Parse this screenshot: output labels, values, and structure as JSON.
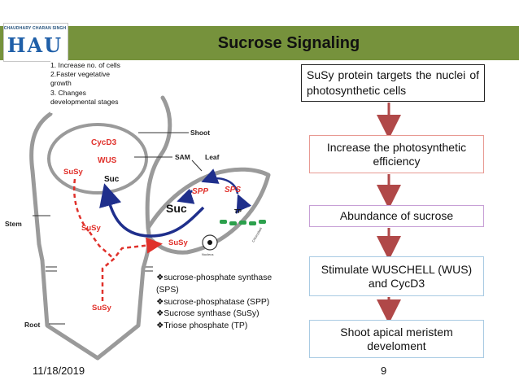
{
  "header": {
    "title": "Sucrose Signaling",
    "logo_caption": "CHAUDHARY CHARAN SINGH",
    "logo_mark": "HAU"
  },
  "effects_list": [
    "1. Increase no. of cells",
    "2.Faster vegetative",
    "growth",
    "3. Changes",
    "developmental stages"
  ],
  "plant_labels": {
    "shoot": "Shoot",
    "sam": "SAM",
    "leaf": "Leaf",
    "stem": "Stem",
    "root": "Root",
    "cycd3": "CycD3",
    "wus": "WUS",
    "suc_sam": "Suc",
    "susy_sam": "SuSy",
    "susy_stem": "SuSy",
    "susy_leaf": "SuSy",
    "susy_root": "SuSy",
    "spp": "SPP",
    "sps": "SPS",
    "suc_leaf": "Suc",
    "tp": "TP",
    "nucleus": "Nucleus",
    "chloroplast": "Chloroplast"
  },
  "legend": [
    "❖sucrose-phosphate synthase",
    "(SPS)",
    "❖sucrose-phosphatase (SPP)",
    "❖Sucrose synthase (SuSy)",
    "❖Triose phosphate (TP)"
  ],
  "flow": [
    "SuSy protein targets the nuclei of photosynthetic cells",
    "Increase the photosynthetic efficiency",
    "Abundance of sucrose",
    "Stimulate WUSCHELL (WUS) and CycD3",
    "Shoot apical meristem develoment"
  ],
  "colors": {
    "title_bar": "#76923c",
    "arrow": "#b04848",
    "red_label": "#e0312b",
    "blue_path": "#1f2f8c",
    "green_chloroplast": "#2ca04c"
  },
  "footer": {
    "date": "11/18/2019",
    "page": "9"
  }
}
